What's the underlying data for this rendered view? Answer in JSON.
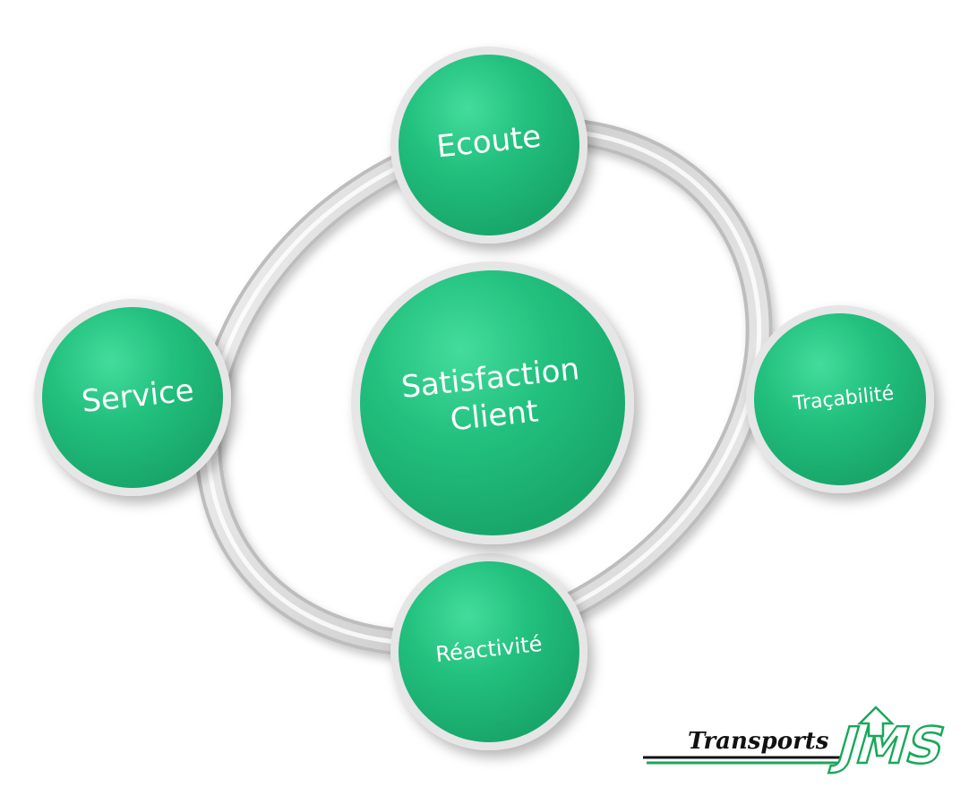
{
  "diagram": {
    "center": {
      "label_line1": "Satisfaction",
      "label_line2": "Client"
    },
    "nodes": {
      "top": "Ecoute",
      "left": "Service",
      "right": "Traçabilité",
      "bottom": "Réactivité"
    },
    "colors": {
      "node_fill": "#22c07e",
      "node_highlight": "#4fe0a2",
      "node_text": "#ffffff",
      "ring": "#d6d6d6"
    }
  },
  "logo": {
    "word": "Transports",
    "mark": "JMS",
    "accent_color": "#19a85a"
  }
}
